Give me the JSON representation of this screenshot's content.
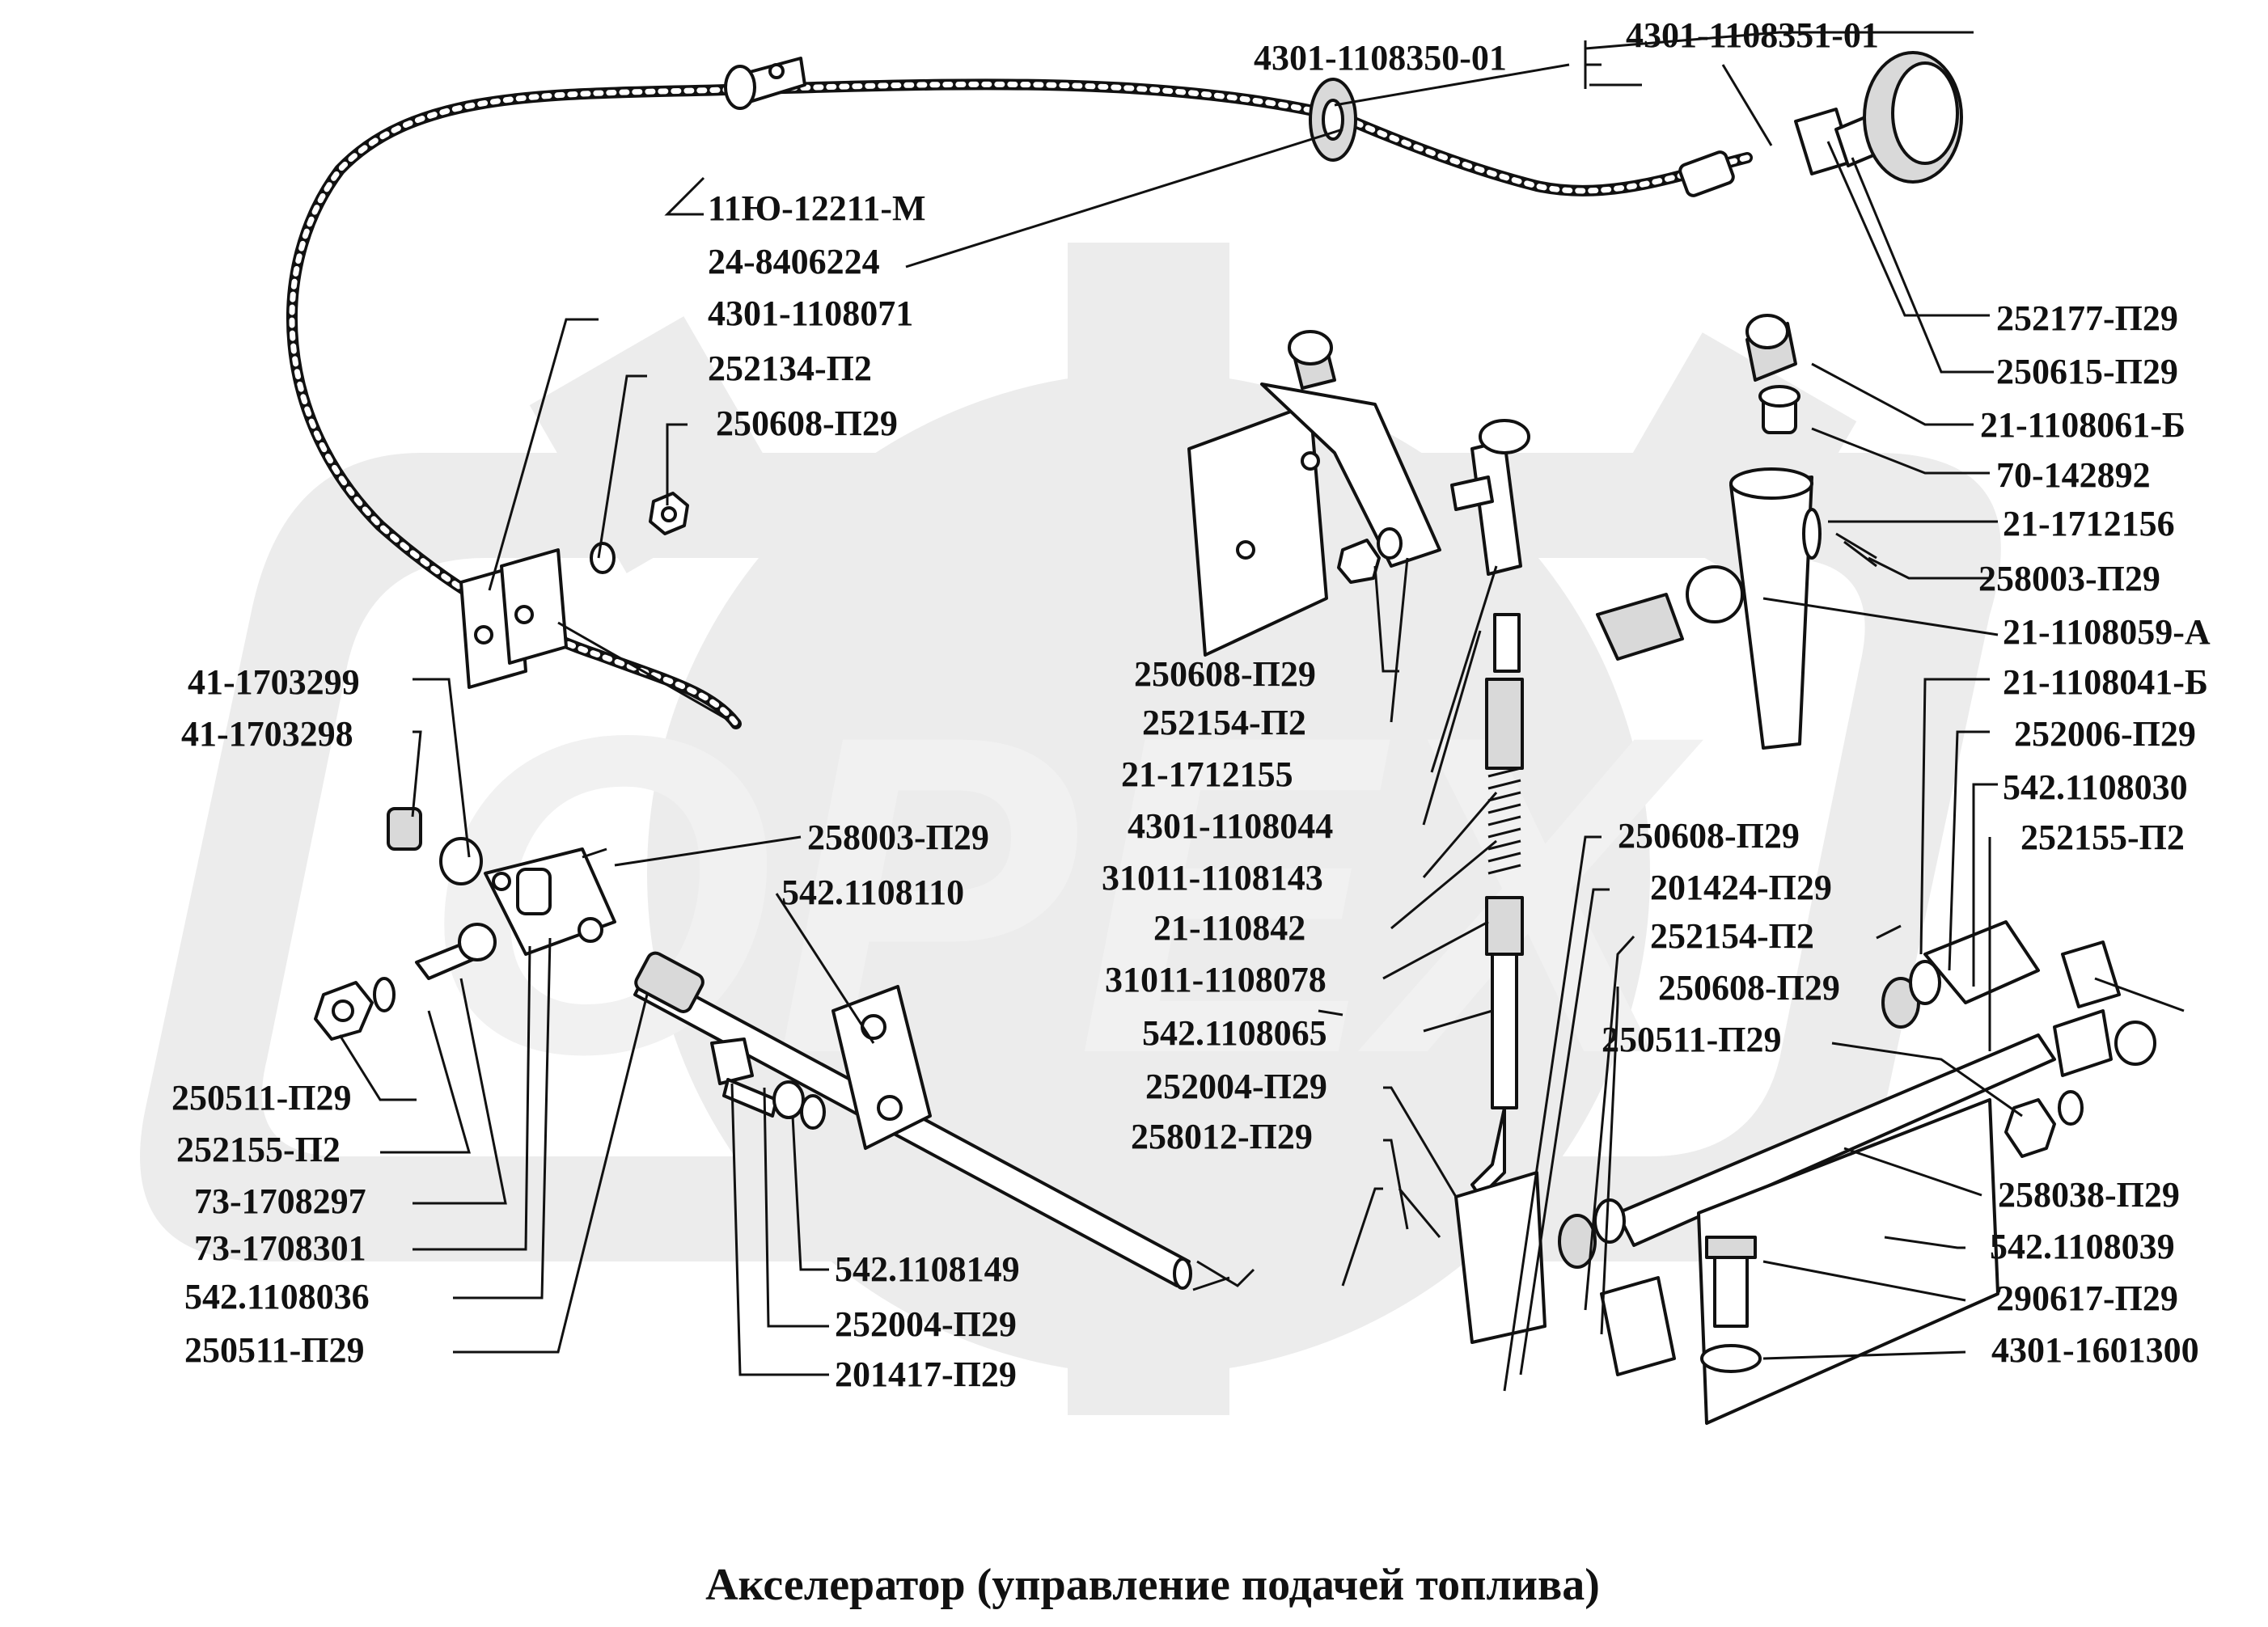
{
  "title": "Акселератор (управление подачей топлива)",
  "watermark": "ОРЕХ",
  "part_labels": [
    "4301-1108351-01",
    "4301-1108350-01",
    "11Ю-12211-М",
    "24-8406224",
    "4301-1108071",
    "252134-П2",
    "250608-П29",
    "252177-П29",
    "250615-П29",
    "21-1108061-Б",
    "70-142892",
    "21-1712156",
    "258003-П29",
    "21-1108059-А",
    "21-1108041-Б",
    "252006-П29",
    "542.1108030",
    "252155-П2",
    "41-1703299",
    "41-1703298",
    "258003-П29",
    "542.1108110",
    "250608-П29",
    "252154-П2",
    "21-1712155",
    "4301-1108044",
    "31011-1108143",
    "21-110842",
    "31011-1108078",
    "542.1108065",
    "252004-П29",
    "258012-П29",
    "250608-П29",
    "201424-П29",
    "252154-П2",
    "250608-П29",
    "250511-П29",
    "258038-П29",
    "542.1108039",
    "290617-П29",
    "4301-1601300",
    "250511-П29",
    "252155-П2",
    "73-1708297",
    "73-1708301",
    "542.1108036",
    "250511-П29",
    "542.1108149",
    "252004-П29",
    "201417-П29"
  ]
}
